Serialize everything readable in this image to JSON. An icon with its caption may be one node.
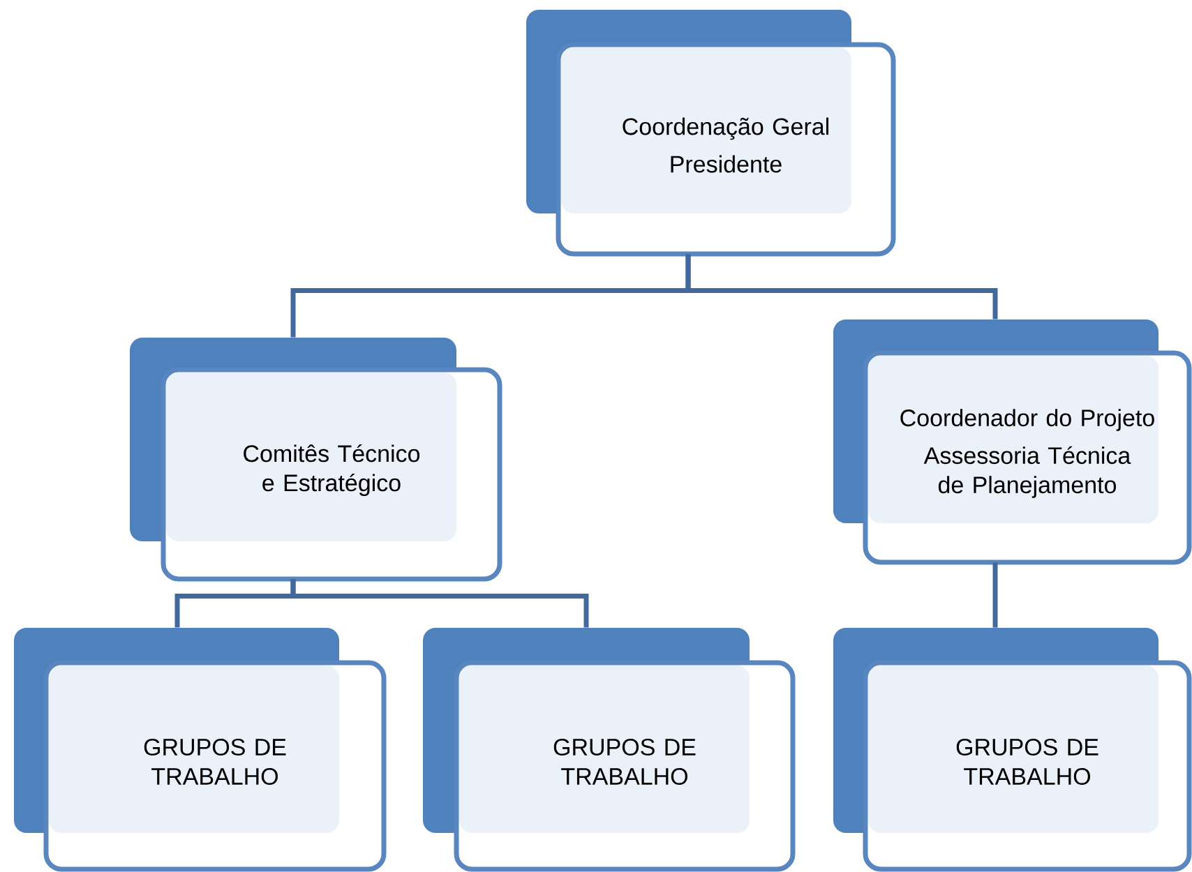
{
  "diagram": {
    "nodes": [
      {
        "text": [
          "Coordenação Geral",
          "Presidente"
        ]
      },
      {
        "text": [
          "Comitês Técnico e Estratégico"
        ]
      },
      {
        "text": [
          "Coordenador do Projeto",
          "Assessoria Técnica de Planejamento"
        ]
      },
      {
        "text": [
          "GRUPOS DE TRABALHO"
        ]
      },
      {
        "text": [
          "GRUPOS DE TRABALHO"
        ]
      },
      {
        "text": [
          "GRUPOS DE TRABALHO"
        ]
      }
    ],
    "edges": [
      {
        "from": 0,
        "to": 1,
        "arrow": "none"
      },
      {
        "from": 0,
        "to": 2,
        "arrow": "none"
      },
      {
        "from": 1,
        "to": 3,
        "arrow": "none"
      },
      {
        "from": 1,
        "to": 4,
        "arrow": "none"
      },
      {
        "from": 2,
        "to": 5,
        "arrow": "none"
      }
    ]
  }
}
